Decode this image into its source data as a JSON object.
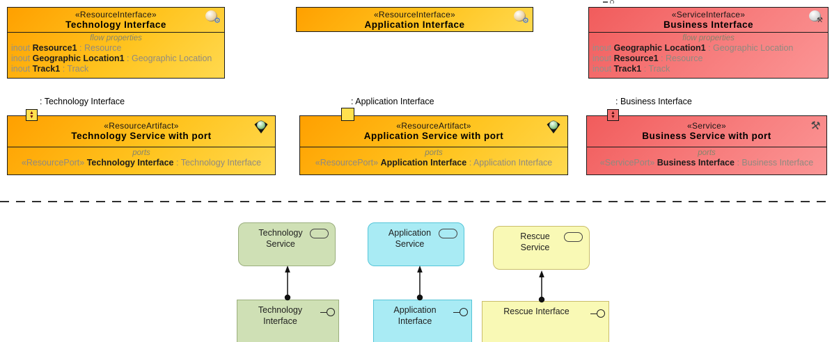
{
  "top_row": [
    {
      "stereotype": "«ResourceInterface»",
      "name": "Technology Interface",
      "compartment_label": "flow properties",
      "properties": [
        {
          "direction": "inout",
          "name": "Resource1",
          "type": ": Resource"
        },
        {
          "direction": "inout",
          "name": "Geographic Location1",
          "type": ": Geographic Location"
        },
        {
          "direction": "inout",
          "name": "Track1",
          "type": ": Track"
        }
      ]
    },
    {
      "stereotype": "«ResourceInterface»",
      "name": "Application Interface"
    },
    {
      "stereotype": "«ServiceInterface»",
      "name": "Business Interface",
      "compartment_label": "flow properties",
      "properties": [
        {
          "direction": "inout",
          "name": "Geographic Location1",
          "type": ": Geographic Location"
        },
        {
          "direction": "inout",
          "name": "Resource1",
          "type": ": Resource"
        },
        {
          "direction": "inout",
          "name": "Track1",
          "type": ": Track"
        }
      ]
    }
  ],
  "middle_row": [
    {
      "port_label": ": Technology Interface",
      "stereotype": "«ResourceArtifact»",
      "name": "Technology Service with port",
      "compartment_label": "ports",
      "port": {
        "stereotype": "«ResourcePort»",
        "name": "Technology Interface",
        "type": ": Technology Interface"
      }
    },
    {
      "port_label": ": Application Interface",
      "stereotype": "«ResourceArtifact»",
      "name": "Application Service with port",
      "compartment_label": "ports",
      "port": {
        "stereotype": "«ResourcePort»",
        "name": "Application Interface",
        "type": ": Application Interface"
      }
    },
    {
      "port_label": ": Business Interface",
      "stereotype": "«Service»",
      "name": "Business Service with port",
      "compartment_label": "ports",
      "port": {
        "stereotype": "«ServicePort»",
        "name": "Business Interface",
        "type": ": Business Interface"
      }
    }
  ],
  "bottom_row": {
    "services": [
      {
        "label": "Technology Service"
      },
      {
        "label": "Application Service"
      },
      {
        "label": "Rescue Service"
      }
    ],
    "interfaces": [
      {
        "label": "Technology Interface"
      },
      {
        "label": "Application Interface"
      },
      {
        "label": "Rescue Interface"
      }
    ]
  },
  "icons": {
    "resource_interface": "sphere-gear-icon",
    "service_interface": "sphere-tools-icon",
    "resource_artifact": "sphere-in-triangle-icon",
    "service": "crossed-tools-icon",
    "port_with_arrows": "up-down-arrows-port-icon",
    "archimate_service": "rounded-rectangle-icon",
    "archimate_interface": "lollipop-icon"
  },
  "colors": {
    "resource_gradient_start": "#ffa000",
    "resource_gradient_end": "#ffd94f",
    "service_gradient_start": "#f15c5c",
    "service_gradient_end": "#fb9595",
    "technology_fill": "#cfe0b5",
    "technology_border": "#9aae7d",
    "application_fill": "#a9ebf4",
    "application_border": "#54c5d8",
    "rescue_fill": "#f9f9b5",
    "rescue_border": "#c9bd6a",
    "port_fill_yellow": "#ffe14f",
    "port_fill_red": "#f16a6a"
  }
}
